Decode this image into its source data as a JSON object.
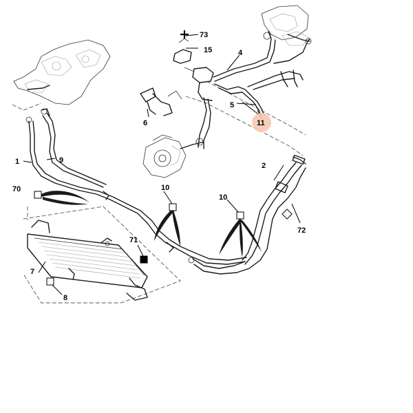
{
  "diagram": {
    "callouts": {
      "c73": "73",
      "c15": "15",
      "c4": "4",
      "c5": "5",
      "c11": "11",
      "c6": "6",
      "c1": "1",
      "c9": "9",
      "c2": "2",
      "c70": "70",
      "c10a": "10",
      "c10b": "10",
      "c72": "72",
      "c71": "71",
      "c7": "7",
      "c8": "8"
    },
    "highlight_color": "#f7c9b3",
    "highlighted_callout": "11"
  }
}
